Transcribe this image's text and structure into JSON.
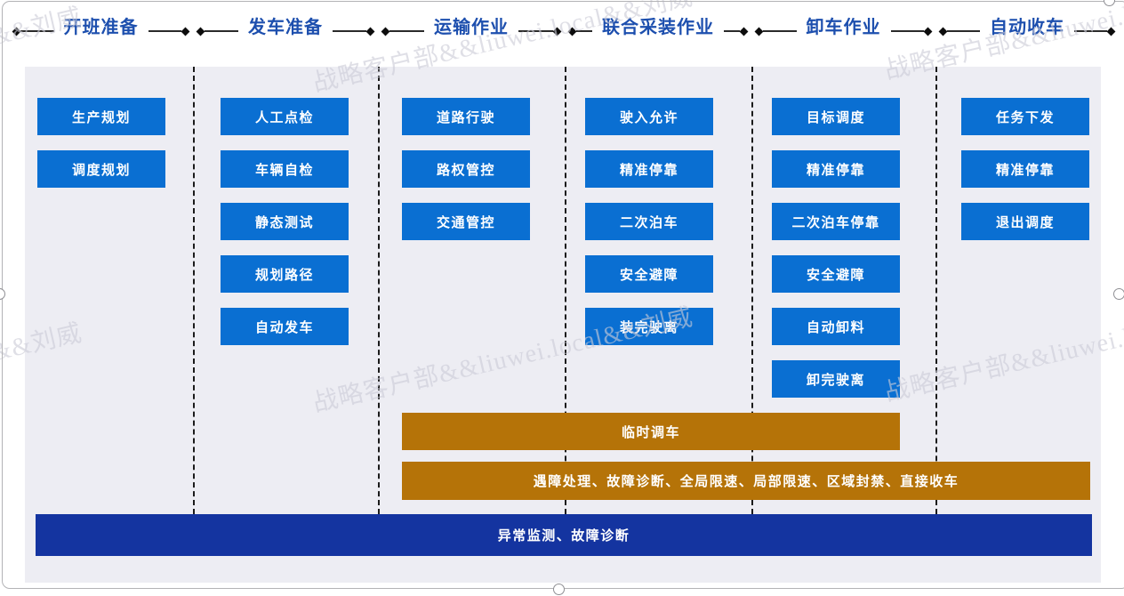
{
  "watermark": {
    "text": "战略客户部&&liuwei.local&&刘威"
  },
  "stages": [
    {
      "title": "开班准备",
      "boxes": [
        "生产规划",
        "调度规划"
      ]
    },
    {
      "title": "发车准备",
      "boxes": [
        "人工点检",
        "车辆自检",
        "静态测试",
        "规划路径",
        "自动发车"
      ]
    },
    {
      "title": "运输作业",
      "boxes": [
        "道路行驶",
        "路权管控",
        "交通管控"
      ]
    },
    {
      "title": "联合采装作业",
      "boxes": [
        "驶入允许",
        "精准停靠",
        "二次泊车",
        "安全避障",
        "装完驶离"
      ]
    },
    {
      "title": "卸车作业",
      "boxes": [
        "目标调度",
        "精准停靠",
        "二次泊车停靠",
        "安全避障",
        "自动卸料",
        "卸完驶离"
      ]
    },
    {
      "title": "自动收车",
      "boxes": [
        "任务下发",
        "精准停靠",
        "退出调度"
      ]
    }
  ],
  "bars": {
    "temporary_dispatch": "临时调车",
    "exception_handling": "遇障处理、故障诊断、全局限速、局部限速、区域封禁、直接收车",
    "monitoring": "异常监测、故障诊断"
  },
  "colors": {
    "task_box_blue": "#0A6FD2",
    "bar_orange": "#B57308",
    "bar_dark_blue": "#1434A0",
    "stage_title_blue": "#1D4FAE",
    "panel_background": "#EDEDF3"
  }
}
